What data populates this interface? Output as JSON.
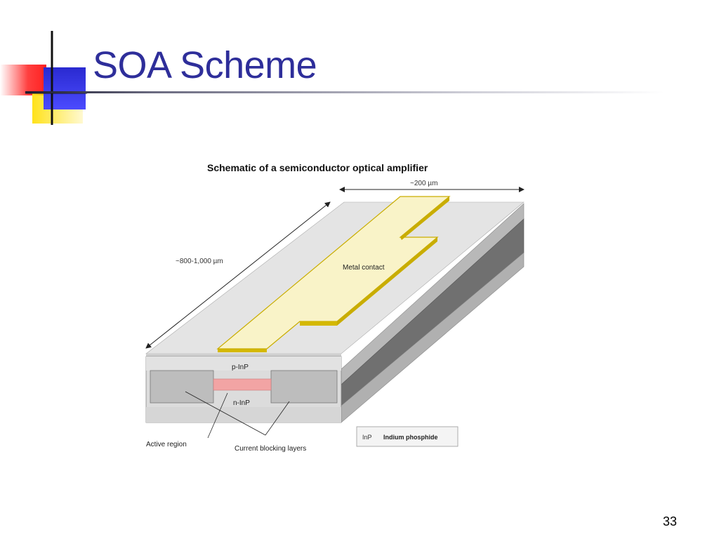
{
  "slide": {
    "title": "SOA Scheme",
    "page_number": "33"
  },
  "figure": {
    "caption": "Schematic of a semiconductor optical amplifier",
    "dimensions": {
      "width": "~200 µm",
      "length": "~800-1,000 µm"
    },
    "labels": {
      "metal_contact": "Metal contact",
      "p_inp": "p-InP",
      "n_inp": "n-InP",
      "active_region": "Active region",
      "blocking_layers": "Current blocking layers"
    },
    "legend": {
      "abbr": "InP",
      "meaning": "Indium phosphide"
    }
  },
  "colors": {
    "title": "#2e2e9a",
    "metal": "#f9f3c8",
    "metal_edge": "#d4b800",
    "active": "#f2a4a4",
    "top_face": "#e4e4e4",
    "side_dark": "#707070",
    "side_light": "#b4b4b4"
  }
}
